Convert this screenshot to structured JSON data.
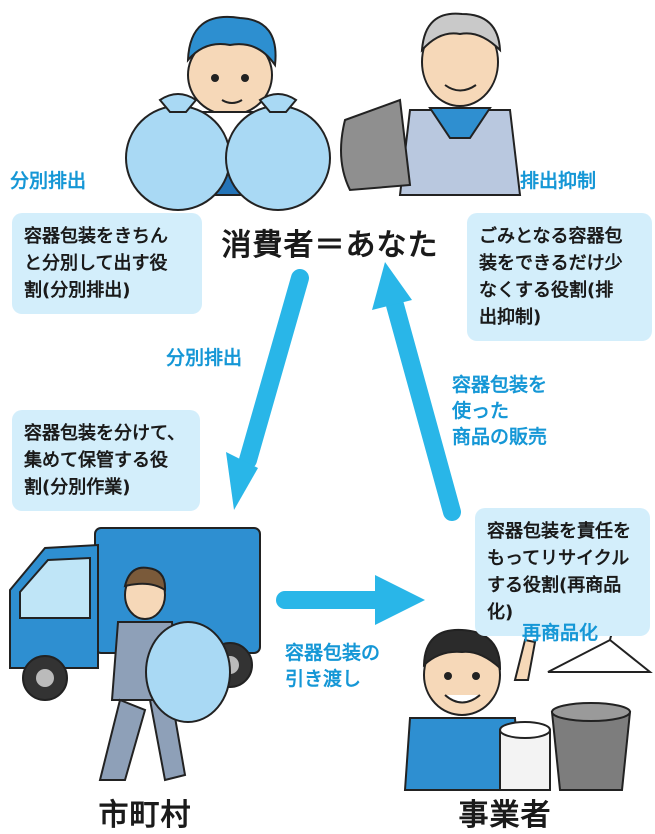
{
  "colors": {
    "arrow": "#29b6e8",
    "bubble": "#d3eefb",
    "label": "#1597d6",
    "bag": "#a9d9f4"
  },
  "consumer": {
    "title": "消費者＝あなた",
    "left_label": "分別排出",
    "left_bubble": [
      "容器包装をきちん",
      "と分別して出す役",
      "割(分別排出)"
    ],
    "right_label": "排出抑制",
    "right_bubble": [
      "ごみとなる容器包",
      "装をできるだけ少",
      "なくする役割(排",
      "出抑制)"
    ]
  },
  "arrows": {
    "left_label": "分別排出",
    "right_label": "容器包装を\n使った\n商品の販売",
    "bottom_label": "容器包装の\n引き渡し"
  },
  "municipality": {
    "title": "市町村",
    "bubble": [
      "容器包装を分けて、",
      "集めて保管する役",
      "割(分別作業)"
    ]
  },
  "business": {
    "title": "事業者",
    "bubble": [
      "容器包装を責任を",
      "もってリサイクル",
      "する役割(再商品化)"
    ],
    "label": "再商品化"
  },
  "icons": [
    "consumer-boy-icon",
    "consumer-elder-icon",
    "garbage-bag-icon",
    "truck-icon",
    "worker-icon",
    "business-man-icon",
    "hanger-icon",
    "bucket-icon",
    "toilet-paper-icon"
  ]
}
